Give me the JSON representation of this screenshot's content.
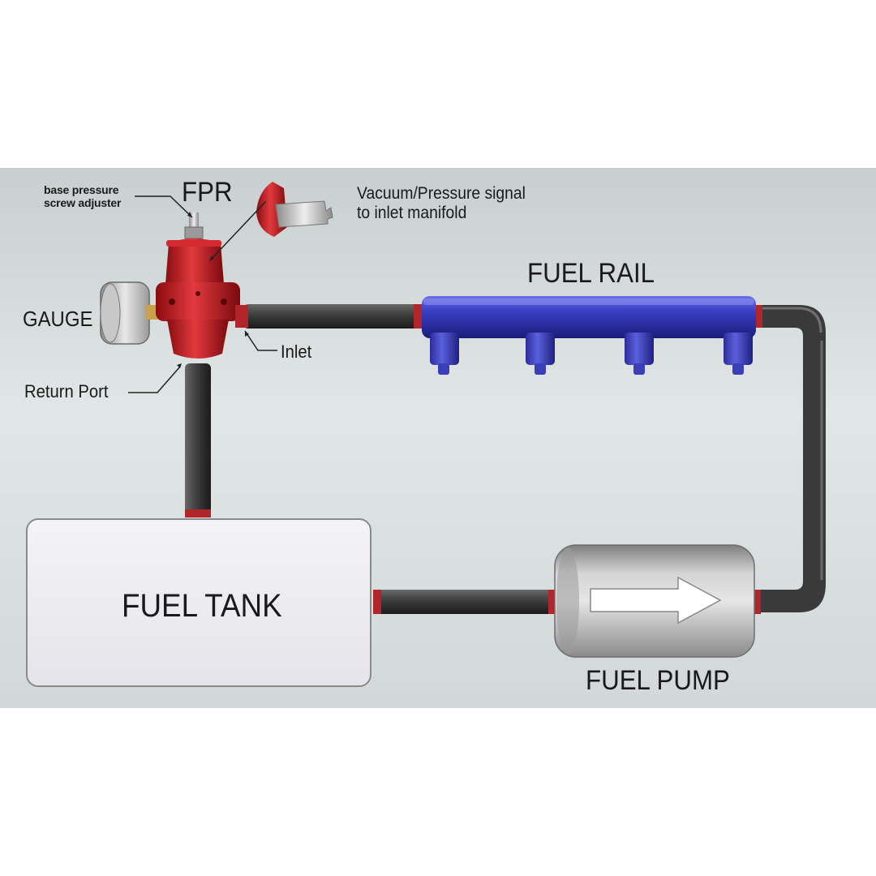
{
  "labels": {
    "base_pressure_adjuster": "base pressure\nscrew adjuster",
    "fpr": "FPR",
    "vacuum_signal": "Vacuum/Pressure signal\nto inlet manifold",
    "fuel_rail": "FUEL RAIL",
    "gauge": "GAUGE",
    "inlet": "Inlet",
    "return_port": "Return Port",
    "fuel_tank": "FUEL TANK",
    "fuel_pump": "FUEL PUMP"
  },
  "colors": {
    "background_panel": "#d6dcdd",
    "hose": "#3b3b3b",
    "fitting": "#b0262a",
    "regulator": "#c4161c",
    "fuel_rail": "#2b2fa8",
    "tank": "#eeeef2",
    "pump": "#b5b5b5"
  }
}
